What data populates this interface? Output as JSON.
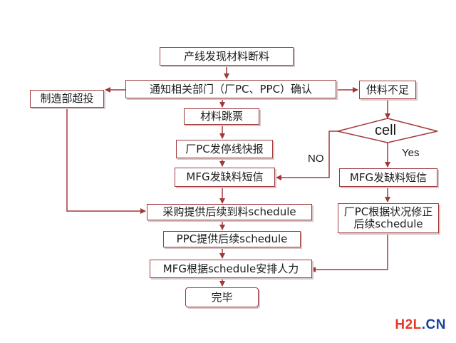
{
  "nodes": {
    "start": "产线发现材料断料",
    "notify": "通知相关部门（厂PC、PPC）确认",
    "mfg_overtime": "制造部超投",
    "shortage": "供料不足",
    "material_ticket": "材料跳票",
    "pc_stop_report": "厂PC发停线快报",
    "mfg_sms_left": "MFG发缺料短信",
    "decision": "cell",
    "mfg_sms_right": "MFG发缺料短信",
    "pc_revise": "厂PC根据状况修正后续schedule",
    "purchase_schedule": "采购提供后续到料schedule",
    "ppc_schedule": "PPC提供后续schedule",
    "mfg_arrange": "MFG根据schedule安排人力",
    "end": "完毕"
  },
  "labels": {
    "no": "NO",
    "yes": "Yes"
  },
  "logo": {
    "part1": "H2L",
    "part2": ".CN"
  },
  "colors": {
    "border": "#a0393c",
    "arrow": "#a0393c"
  }
}
